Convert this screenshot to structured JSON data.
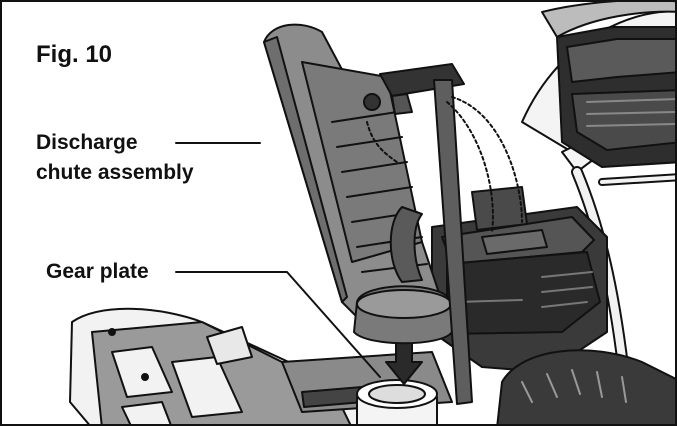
{
  "figure": {
    "label": "Fig. 10",
    "callouts": {
      "chute_line1": "Discharge",
      "chute_line2": "chute assembly",
      "gear_plate": "Gear plate"
    }
  },
  "colors": {
    "outline": "#111111",
    "chute_fill": "#8c8c8c",
    "body_fill": "#9a9a9a",
    "engine_fill": "#3a3a3a",
    "background": "#ffffff"
  }
}
